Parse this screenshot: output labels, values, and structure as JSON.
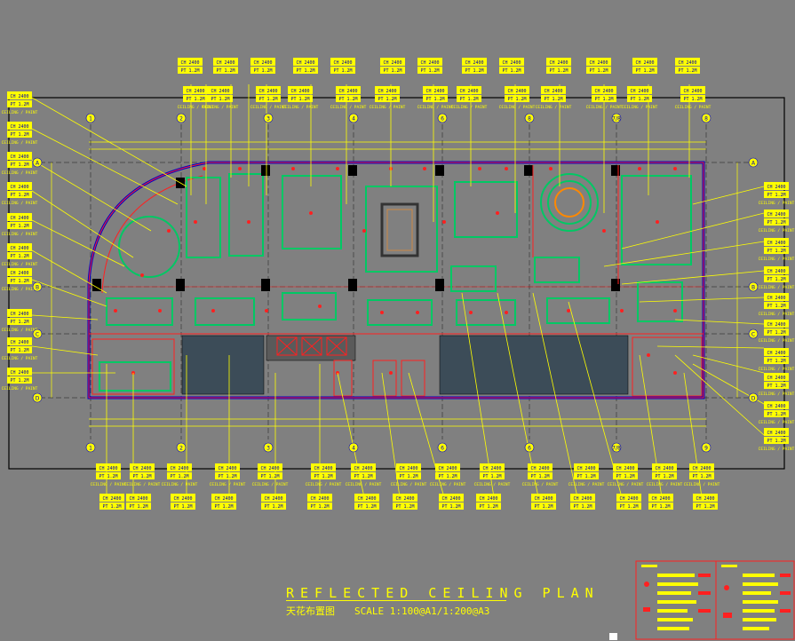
{
  "drawing": {
    "title": "REFLECTED CEILING PLAN",
    "subtitle_cn": "天花布置图",
    "scale": "SCALE 1:100@A1/1:200@A3",
    "tag_line1": "CH 2400",
    "tag_line2": "PT 1.2M",
    "tag_line3": "CEILING / PAINT",
    "grid_top": [
      "1",
      "2",
      "3",
      "4",
      "6",
      "8",
      "7/8",
      "8"
    ],
    "grid_bottom": [
      "1",
      "2",
      "3",
      "4",
      "6",
      "6",
      "7/8",
      "9"
    ],
    "grid_rows": [
      "A",
      "B",
      "C",
      "D"
    ]
  },
  "colors": {
    "background": "#808080",
    "annotation": "#ffff00",
    "wall": "#ff2020",
    "outline": "#0000cc",
    "fixture": "#00c864",
    "frame": "#000000"
  }
}
